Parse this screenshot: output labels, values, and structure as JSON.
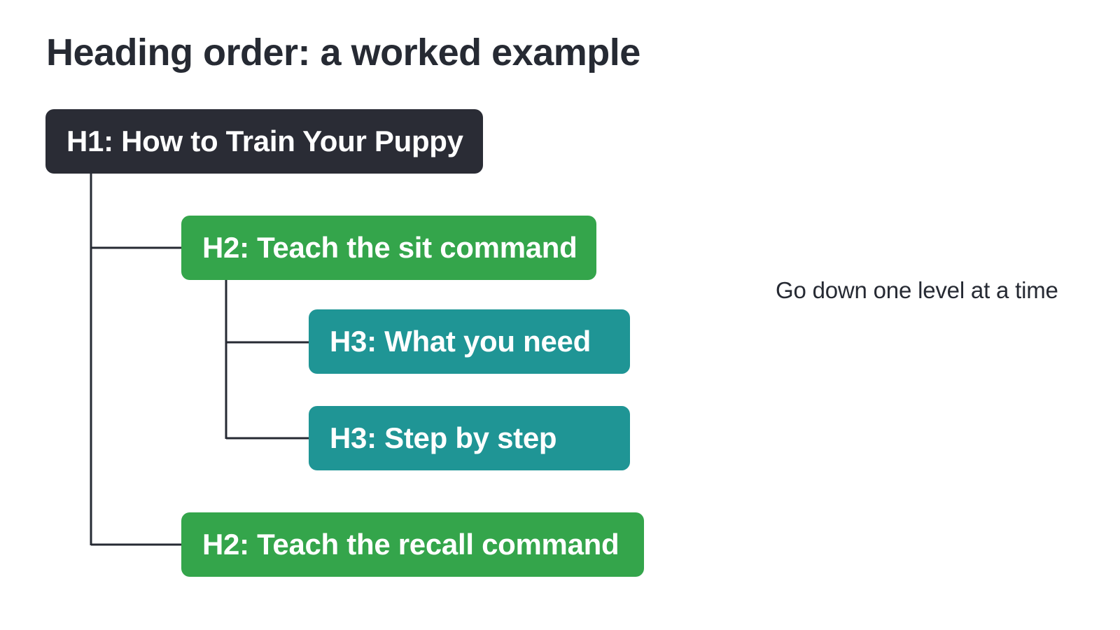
{
  "title": "Heading order: a worked example",
  "tree": {
    "h1": "H1: How to Train Your Puppy",
    "h2_sit": "H2: Teach the sit command",
    "h3_need": "H3: What you need",
    "h3_step": "H3: Step by step",
    "h2_recall": "H2: Teach the recall command"
  },
  "annotation": "Go down one level at a time",
  "colors": {
    "h1": "#2a2c35",
    "h2": "#34a54b",
    "h3": "#1f9595",
    "connector": "#262a33",
    "text": "#262a33"
  }
}
